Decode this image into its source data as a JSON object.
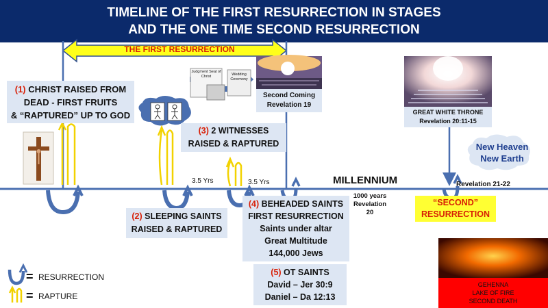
{
  "title": {
    "line1": "TIMELINE OF THE FIRST RESURRECTION IN STAGES",
    "line2": "AND THE ONE TIME SECOND RESURRECTION"
  },
  "first_resurrection_label": "THE FIRST RESURRECTION",
  "stage1": {
    "num": "(1)",
    "line1": " CHRIST RAISED FROM",
    "line2": "DEAD - FIRST FRUITS",
    "line3": "& “RAPTURED” UP TO GOD"
  },
  "stage2": {
    "num": "(2)",
    "line1": " SLEEPING SAINTS",
    "line2": "RAISED & RAPTURED"
  },
  "stage3": {
    "num": "(3)",
    "line1": " 2 WITNESSES",
    "line2": "RAISED & RAPTURED"
  },
  "stage4": {
    "num": "(4)",
    "line1": "BEHEADED SAINTS",
    "line2": "FIRST RESURRECTION",
    "line3": "Saints under altar",
    "line4": "Great Multitude",
    "line5": "144,000 Jews"
  },
  "stage5": {
    "num": "(5)",
    "line1": "OT SAINTS",
    "line2": "David – Jer 30:9",
    "line3": "Daniel – Da 12:13"
  },
  "second_coming": {
    "line1": "Second Coming",
    "line2": "Revelation 19"
  },
  "judgment_seat": "Judgment Seat of Christ",
  "wedding": "Wedding Ceremony",
  "white_throne": {
    "line1": "GREAT WHITE THRONE",
    "line2": "Revelation 20:11-15"
  },
  "new_heaven": {
    "line1": "New Heaven",
    "line2": "New Earth"
  },
  "millennium": "MILLENNIUM",
  "thousand_years": {
    "line1": "1000 years",
    "line2": "Revelation 20"
  },
  "yrs1": "3.5 Yrs",
  "yrs2": "3.5 Yrs",
  "rev21": "Revelation 21-22",
  "second_resurrection": {
    "line1": "“SECOND”",
    "line2": "RESURRECTION"
  },
  "gehenna": {
    "line1": "GEHENNA",
    "line2": "LAKE OF FIRE",
    "line3": "SECOND DEATH"
  },
  "legend": {
    "eq1": "=",
    "resurrection": "RESURRECTION",
    "eq2": "=",
    "rapture": "RAPTURE"
  },
  "colors": {
    "header": "#0b2a6b",
    "box": "#dde6f3",
    "blue_arrow": "#4a6fb0",
    "yellow_arrow": "#f2d200",
    "red_text": "#d81e05",
    "gehenna": "#ff0000",
    "second_box": "#ffff33"
  }
}
